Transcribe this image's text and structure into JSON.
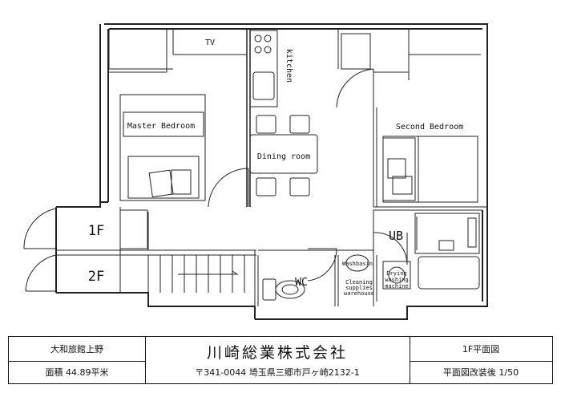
{
  "rooms": {
    "tv": "TV",
    "kitchen": "kitchen",
    "master_bedroom": "Master Bedroom",
    "dining_room": "Dining room",
    "second_bedroom": "Second Bedroom",
    "ub": "UB",
    "wc": "WC",
    "washbasin": "Washbasin",
    "cleaning_supplies": [
      "Cleaning",
      "supplies",
      "warehouse"
    ],
    "drying_machine": [
      "Drying",
      "washing",
      "machine"
    ]
  },
  "floor_labels": {
    "first": "1F",
    "second": "2F"
  },
  "title_block": {
    "property_name": "大和旅館上野",
    "area": "面積 44.89平米",
    "company_name": "川崎総業株式会社",
    "address": "〒341-0044 埼玉県三郷市戸ヶ崎2132-1",
    "drawing_title": "1F平面図",
    "drawing_subtitle": "平面図改装後 1/50"
  }
}
